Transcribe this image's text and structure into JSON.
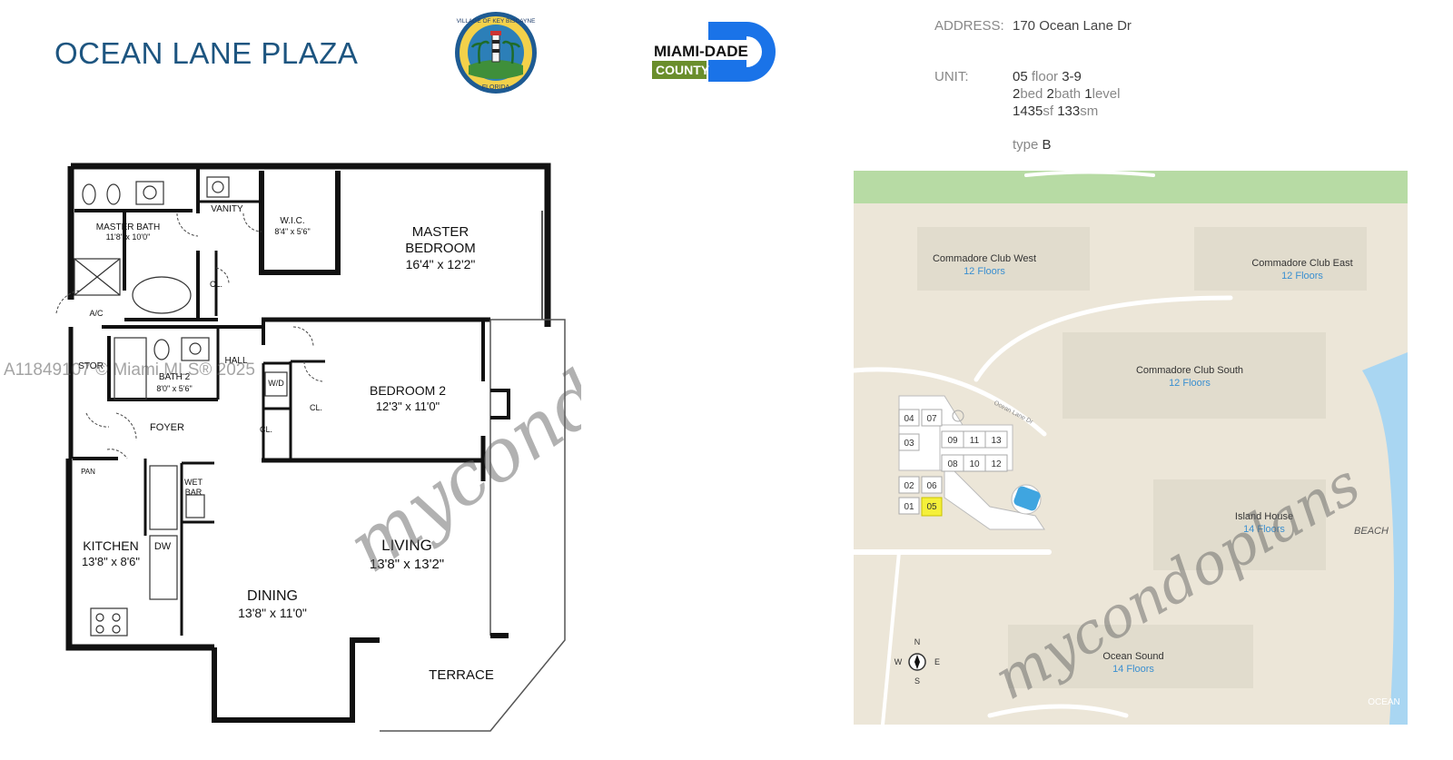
{
  "header": {
    "title": "OCEAN LANE PLAZA",
    "seal": {
      "top_text": "VILLAGE OF KEY BISCAYNE",
      "bottom_text": "FLORIDA"
    },
    "county_logo": {
      "line1": "MIAMI-DADE",
      "line2": "COUNTY",
      "colors": {
        "blue": "#1a73e8",
        "green": "#6a8e2c"
      }
    }
  },
  "info": {
    "address_label": "ADDRESS:",
    "address_value": "170 Ocean Lane Dr",
    "unit_label": "UNIT:",
    "unit": "05",
    "floor_word": "floor",
    "floors": "3-9",
    "beds": "2",
    "bed_word": "bed",
    "baths": "2",
    "bath_word": "bath",
    "levels": "1",
    "level_word": "level",
    "sqft": "1435",
    "sqft_unit": "sf",
    "sqm": "133",
    "sqm_unit": "sm",
    "type_word": "type",
    "type": "B"
  },
  "floorplan": {
    "rooms": {
      "master_bath": {
        "name": "MASTER BATH",
        "dims": "11'8\" x 10'0\""
      },
      "vanity": {
        "name": "VANITY"
      },
      "wic": {
        "name": "W.I.C.",
        "dims": "8'4\" x 5'6\""
      },
      "master_bedroom": {
        "name1": "MASTER",
        "name2": "BEDROOM",
        "dims": "16'4\" x 12'2\""
      },
      "cl1": "CL.",
      "ac": "A/C",
      "stor": "STOR",
      "hall": "HALL",
      "bath2": {
        "name": "BATH 2",
        "dims": "8'0\" x 5'6\""
      },
      "wd": "W/D",
      "cl2": "CL.",
      "cl3": "CL.",
      "bedroom2": {
        "name": "BEDROOM 2",
        "dims": "12'3\" x 11'0\""
      },
      "foyer": "FOYER",
      "pan": "PAN",
      "wet_bar": {
        "line1": "WET",
        "line2": "BAR"
      },
      "kitchen": {
        "name": "KITCHEN",
        "dims": "13'8\" x 8'6\""
      },
      "dw": "DW",
      "living": {
        "name": "LIVING",
        "dims": "13'8\" x 13'2\""
      },
      "dining": {
        "name": "DINING",
        "dims": "13'8\" x 11'0\""
      },
      "terrace": "TERRACE"
    }
  },
  "watermarks": {
    "mls": "A11849107 © Miami MLS® 2025",
    "brand": "mycondoplans"
  },
  "sitemap": {
    "buildings": [
      {
        "name": "Commadore Club West",
        "floors": "12 Floors"
      },
      {
        "name": "Commadore Club East",
        "floors": "12 Floors"
      },
      {
        "name": "Commadore Club South",
        "floors": "12 Floors"
      },
      {
        "name": "Island House",
        "floors": "14 Floors"
      },
      {
        "name": "Ocean Sound",
        "floors": "14 Floors"
      }
    ],
    "street": "Ocean Lane Dr",
    "beach": "BEACH",
    "ocean": "OCEAN",
    "compass": {
      "n": "N",
      "s": "S",
      "e": "E",
      "w": "W"
    },
    "units": [
      "04",
      "07",
      "03",
      "09",
      "11",
      "13",
      "08",
      "10",
      "12",
      "02",
      "06",
      "01",
      "05"
    ],
    "highlight_unit": "05",
    "colors": {
      "land": "#ece6d8",
      "park": "#b7dba4",
      "water": "#a9d6f2",
      "highlight": "#f5f03a",
      "floors_text": "#3a8fd0"
    }
  }
}
